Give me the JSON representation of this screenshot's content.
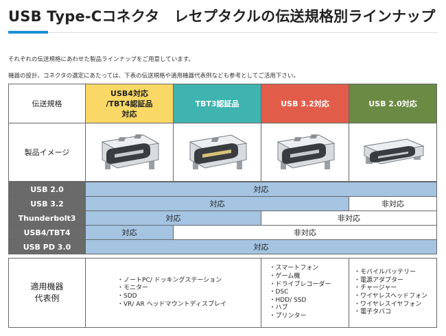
{
  "title": "USB Type-Cコネクタ　レセプタクルの伝送規格別ラインナップ",
  "intro": [
    "それぞれの伝送規格にあわせた製品ラインナップをご用意しています。",
    "機器の設計、コネクタの選定にあたっては、下表の伝送規格や適用機器代表例なども参考としてご活用下さい。"
  ],
  "header": {
    "label": "伝送規格",
    "columns": [
      {
        "lines": [
          "USB4対応",
          "/TBT4認証品",
          "対応"
        ],
        "color": "#f9d865"
      },
      {
        "lines": [
          "TBT3認証品"
        ],
        "color": "#3fb3b0"
      },
      {
        "lines": [
          "USB 3.2対応"
        ],
        "color": "#e15d4a"
      },
      {
        "lines": [
          "USB 2.0対応"
        ],
        "color": "#6b8a43"
      }
    ]
  },
  "image_row": {
    "label": "製品イメージ",
    "icons": [
      "usb-c-receptacle-icon",
      "usb-c-receptacle-icon",
      "usb-c-receptacle-icon",
      "usb-c-receptacle-icon"
    ]
  },
  "support": {
    "supported": "対応",
    "unsupported": "非対応",
    "rows": [
      "USB 2.0",
      "USB 3.2",
      "Thunderbolt3",
      "USB4/TBT4",
      "USB PD 3.0"
    ],
    "supported_color": "#a4c4e2",
    "label_color": "#6a6a6a"
  },
  "devices": {
    "label": [
      "適用機器",
      "代表例"
    ],
    "col1": [
      "・ノートPC/ ドッキングステーション",
      "・モニター",
      "・SDD",
      "・VR/ AR ヘッドマウントディスプレイ"
    ],
    "col2": [
      "・スマートフォン",
      "・ゲーム機",
      "・ドライブレコーダー",
      "・DSC",
      "・HDD/ SSD",
      "・ハブ",
      "・プリンター"
    ],
    "col3": [
      "・モバイルバッテリー",
      "・電源アダプター",
      "・チャージャー",
      "・ワイヤレスヘッドフォン",
      "・ワイヤレスイヤフォン",
      "・電子タバコ"
    ]
  }
}
